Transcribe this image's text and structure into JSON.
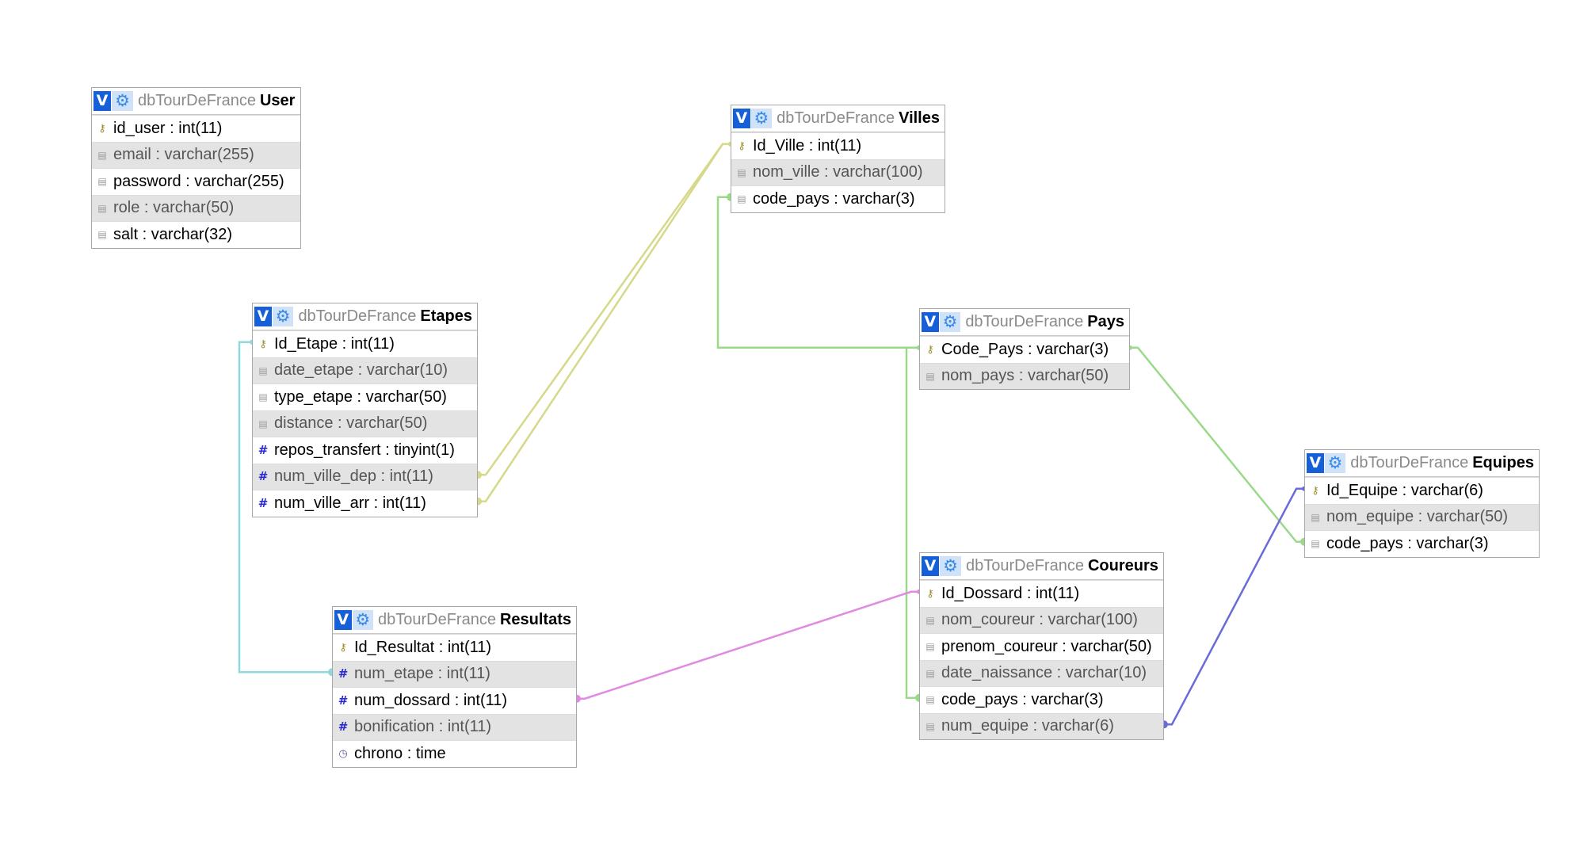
{
  "db_name": "dbTourDeFrance",
  "tables": [
    {
      "id": "user",
      "name": "User",
      "fields": [
        {
          "label": "id_user : int(11)",
          "icon": "key-icon"
        },
        {
          "label": "email : varchar(255)",
          "icon": "text-field-icon"
        },
        {
          "label": "password : varchar(255)",
          "icon": "text-field-icon"
        },
        {
          "label": "role : varchar(50)",
          "icon": "text-field-icon"
        },
        {
          "label": "salt : varchar(32)",
          "icon": "text-field-icon"
        }
      ]
    },
    {
      "id": "villes",
      "name": "Villes",
      "fields": [
        {
          "label": "Id_Ville : int(11)",
          "icon": "key-icon"
        },
        {
          "label": "nom_ville : varchar(100)",
          "icon": "text-field-icon"
        },
        {
          "label": "code_pays : varchar(3)",
          "icon": "text-field-icon"
        }
      ]
    },
    {
      "id": "etapes",
      "name": "Etapes",
      "fields": [
        {
          "label": "Id_Etape : int(11)",
          "icon": "key-icon"
        },
        {
          "label": "date_etape : varchar(10)",
          "icon": "text-field-icon"
        },
        {
          "label": "type_etape : varchar(50)",
          "icon": "text-field-icon"
        },
        {
          "label": "distance : varchar(50)",
          "icon": "text-field-icon"
        },
        {
          "label": "repos_transfert : tinyint(1)",
          "icon": "number-field-icon"
        },
        {
          "label": "num_ville_dep : int(11)",
          "icon": "number-field-icon"
        },
        {
          "label": "num_ville_arr : int(11)",
          "icon": "number-field-icon"
        }
      ]
    },
    {
      "id": "pays",
      "name": "Pays",
      "fields": [
        {
          "label": "Code_Pays : varchar(3)",
          "icon": "key-icon"
        },
        {
          "label": "nom_pays : varchar(50)",
          "icon": "text-field-icon"
        }
      ]
    },
    {
      "id": "equipes",
      "name": "Equipes",
      "fields": [
        {
          "label": "Id_Equipe : varchar(6)",
          "icon": "key-icon"
        },
        {
          "label": "nom_equipe : varchar(50)",
          "icon": "text-field-icon"
        },
        {
          "label": "code_pays : varchar(3)",
          "icon": "text-field-icon"
        }
      ]
    },
    {
      "id": "coureurs",
      "name": "Coureurs",
      "fields": [
        {
          "label": "Id_Dossard : int(11)",
          "icon": "key-icon"
        },
        {
          "label": "nom_coureur : varchar(100)",
          "icon": "text-field-icon"
        },
        {
          "label": "prenom_coureur : varchar(50)",
          "icon": "text-field-icon"
        },
        {
          "label": "date_naissance : varchar(10)",
          "icon": "text-field-icon"
        },
        {
          "label": "code_pays : varchar(3)",
          "icon": "text-field-icon"
        },
        {
          "label": "num_equipe : varchar(6)",
          "icon": "text-field-icon"
        }
      ]
    },
    {
      "id": "resultats",
      "name": "Resultats",
      "fields": [
        {
          "label": "Id_Resultat : int(11)",
          "icon": "key-icon"
        },
        {
          "label": "num_etape : int(11)",
          "icon": "number-field-icon"
        },
        {
          "label": "num_dossard : int(11)",
          "icon": "number-field-icon"
        },
        {
          "label": "bonification : int(11)",
          "icon": "number-field-icon"
        },
        {
          "label": "chrono : time",
          "icon": "time-field-icon"
        }
      ]
    }
  ],
  "relations": [
    {
      "from": "etapes.num_ville_dep",
      "to": "villes.Id_Ville",
      "color": "#d6d88a"
    },
    {
      "from": "etapes.num_ville_arr",
      "to": "villes.Id_Ville",
      "color": "#d6d88a"
    },
    {
      "from": "villes.code_pays",
      "to": "pays.Code_Pays",
      "color": "#9ad98a"
    },
    {
      "from": "coureurs.code_pays",
      "to": "pays.Code_Pays",
      "color": "#9ad98a"
    },
    {
      "from": "equipes.code_pays",
      "to": "pays.Code_Pays",
      "color": "#9ad98a"
    },
    {
      "from": "resultats.num_etape",
      "to": "etapes.Id_Etape",
      "color": "#8fd8dc"
    },
    {
      "from": "resultats.num_dossard",
      "to": "coureurs.Id_Dossard",
      "color": "#e08ae0"
    },
    {
      "from": "coureurs.num_equipe",
      "to": "equipes.Id_Equipe",
      "color": "#6a6ad8"
    }
  ]
}
